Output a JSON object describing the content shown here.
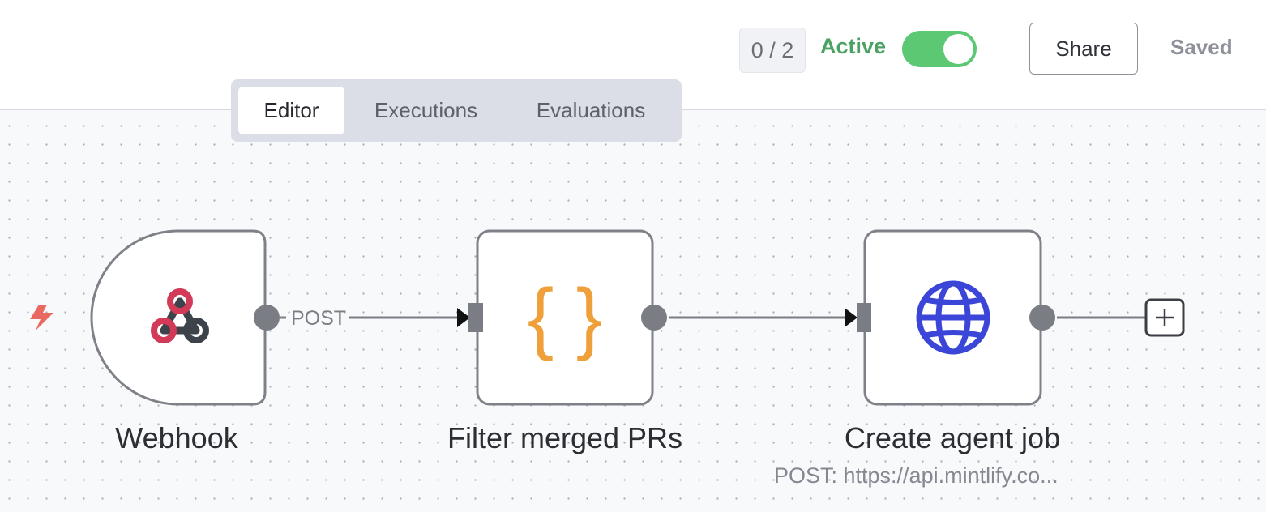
{
  "header": {
    "counter": "0 / 2",
    "active_label": "Active",
    "active_on": true,
    "share_label": "Share",
    "saved_label": "Saved"
  },
  "tabs": [
    {
      "label": "Editor",
      "selected": true
    },
    {
      "label": "Executions",
      "selected": false
    },
    {
      "label": "Evaluations",
      "selected": false
    }
  ],
  "nodes": [
    {
      "label": "Webhook",
      "icon": "webhook-icon",
      "subtitle": ""
    },
    {
      "label": "Filter merged PRs",
      "icon": "code-braces-icon",
      "subtitle": ""
    },
    {
      "label": "Create agent job",
      "icon": "globe-icon",
      "subtitle": "POST: https://api.mintlify.co..."
    }
  ],
  "connections": [
    {
      "label": "POST"
    }
  ],
  "colors": {
    "accent_active": "#4ca263",
    "toggle_on": "#5cc873",
    "trigger_bolt": "#e9685f",
    "code_icon": "#f0a03a",
    "globe_icon": "#3b46d8",
    "webhook_red": "#d23a58",
    "webhook_dark": "#3d434b"
  }
}
